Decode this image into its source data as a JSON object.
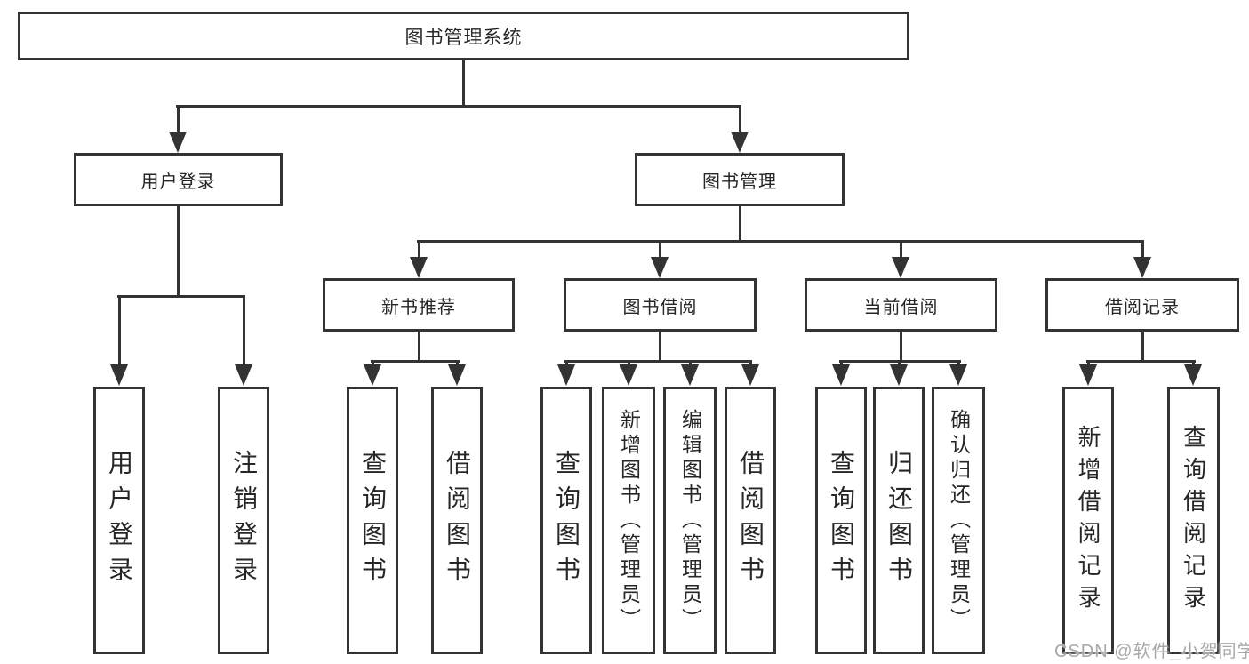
{
  "colors": {
    "line": "#333333",
    "box_border": "#333333",
    "box_fill": "#ffffff",
    "text": "#262626",
    "watermark": "#a8a8a8"
  },
  "watermark": {
    "text": "CSDN @软件_小贺同学"
  },
  "tree": {
    "root": {
      "label": "图书管理系统",
      "children": [
        {
          "label": "用户登录",
          "children": [
            {
              "label": "用户登录"
            },
            {
              "label": "注销登录"
            }
          ]
        },
        {
          "label": "图书管理",
          "children": [
            {
              "label": "新书推荐",
              "children": [
                {
                  "label": "查询图书"
                },
                {
                  "label": "借阅图书"
                }
              ]
            },
            {
              "label": "图书借阅",
              "children": [
                {
                  "label": "查询图书"
                },
                {
                  "label": "新增图书（管理员）"
                },
                {
                  "label": "编辑图书（管理员）"
                },
                {
                  "label": "借阅图书"
                }
              ]
            },
            {
              "label": "当前借阅",
              "children": [
                {
                  "label": "查询图书"
                },
                {
                  "label": "归还图书"
                },
                {
                  "label": "确认归还（管理员）"
                }
              ]
            },
            {
              "label": "借阅记录",
              "children": [
                {
                  "label": "新增借阅记录"
                },
                {
                  "label": "查询借阅记录"
                }
              ]
            }
          ]
        }
      ]
    }
  }
}
